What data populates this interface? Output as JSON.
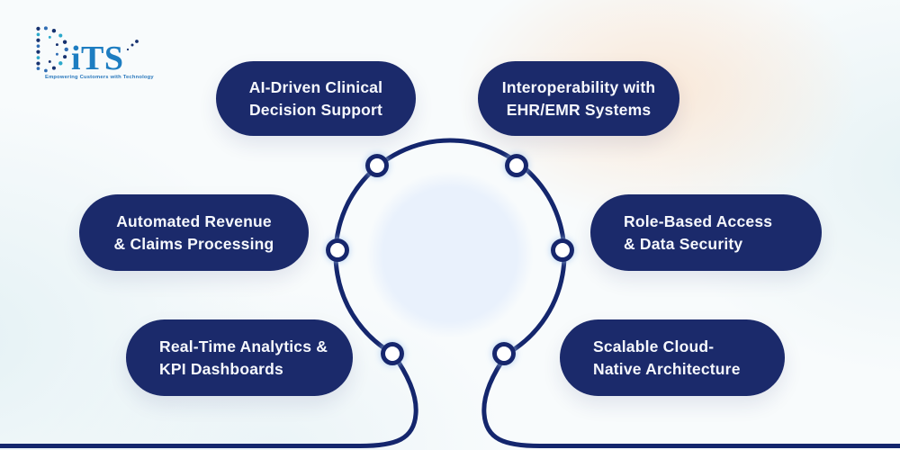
{
  "logo": {
    "brand": "DiTS",
    "brand_text": "iTS",
    "tagline": "Empowering Customers with Technology"
  },
  "diagram": {
    "pills": [
      {
        "id": "ai-driven-clinical-decision-support",
        "label_line1": "AI-Driven Clinical",
        "label_line2": "Decision Support",
        "align": "center"
      },
      {
        "id": "interoperability-ehr-emr",
        "label_line1": "Interoperability with",
        "label_line2": "EHR/EMR Systems",
        "align": "center"
      },
      {
        "id": "automated-revenue-claims",
        "label_line1": "Automated Revenue",
        "label_line2": "& Claims Processing",
        "align": "center"
      },
      {
        "id": "role-based-access-security",
        "label_line1": "Role-Based Access",
        "label_line2": "& Data Security",
        "align": "left"
      },
      {
        "id": "real-time-analytics-kpi",
        "label_line1": "Real-Time Analytics &",
        "label_line2": "KPI Dashboards",
        "align": "left"
      },
      {
        "id": "scalable-cloud-native",
        "label_line1": "Scalable Cloud-",
        "label_line2": "Native Architecture",
        "align": "left"
      }
    ]
  },
  "colors": {
    "pill_navy": "#1b2a6b",
    "ring_navy": "#14266d",
    "inner_circle_blue": "#e9f1fc",
    "logo_blue": "#1d7dc1",
    "background": "#f8fbfc",
    "peach_tint": "#fae1cb"
  }
}
